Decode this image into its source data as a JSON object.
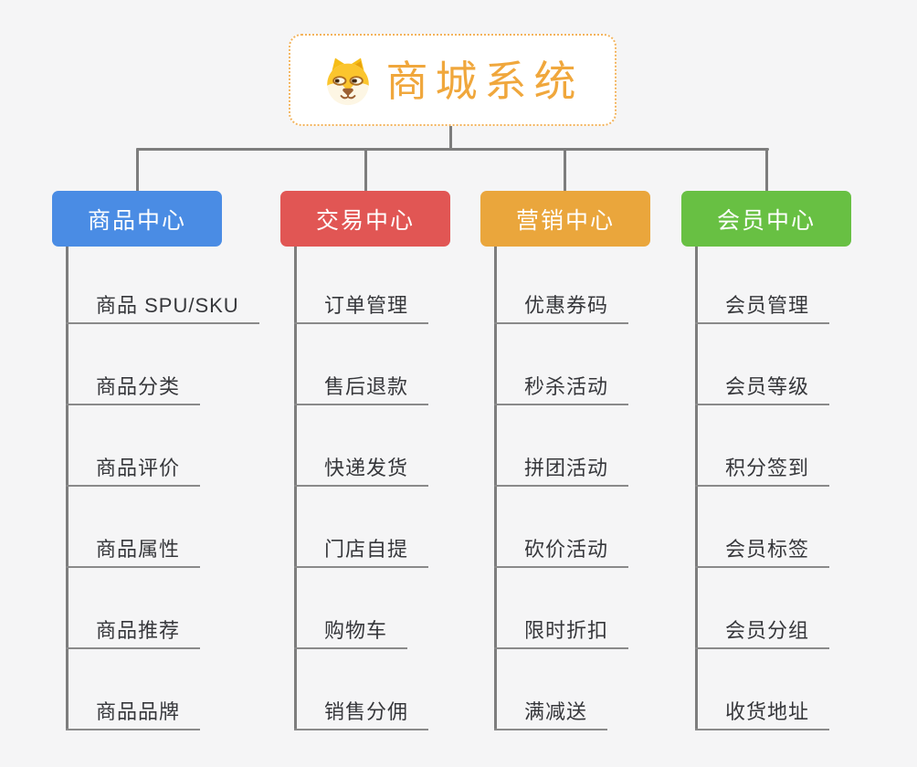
{
  "root": {
    "title": "商城系统",
    "icon": "doge-icon"
  },
  "branches": [
    {
      "label": "商品中心",
      "color": "#4a8ce4",
      "items": [
        "商品 SPU/SKU",
        "商品分类",
        "商品评价",
        "商品属性",
        "商品推荐",
        "商品品牌"
      ]
    },
    {
      "label": "交易中心",
      "color": "#e15654",
      "items": [
        "订单管理",
        "售后退款",
        "快递发货",
        "门店自提",
        "购物车",
        "销售分佣"
      ]
    },
    {
      "label": "营销中心",
      "color": "#eaa63c",
      "items": [
        "优惠券码",
        "秒杀活动",
        "拼团活动",
        "砍价活动",
        "限时折扣",
        "满减送"
      ]
    },
    {
      "label": "会员中心",
      "color": "#68c043",
      "items": [
        "会员管理",
        "会员等级",
        "积分签到",
        "会员标签",
        "会员分组",
        "收货地址"
      ]
    }
  ],
  "colors": {
    "canvas_bg": "#f5f5f6",
    "connector": "#7d7d7d",
    "underline": "#8a8a8a",
    "root_accent": "#f0a73c",
    "root_border": "#f3b45d",
    "item_text": "#36373b"
  }
}
